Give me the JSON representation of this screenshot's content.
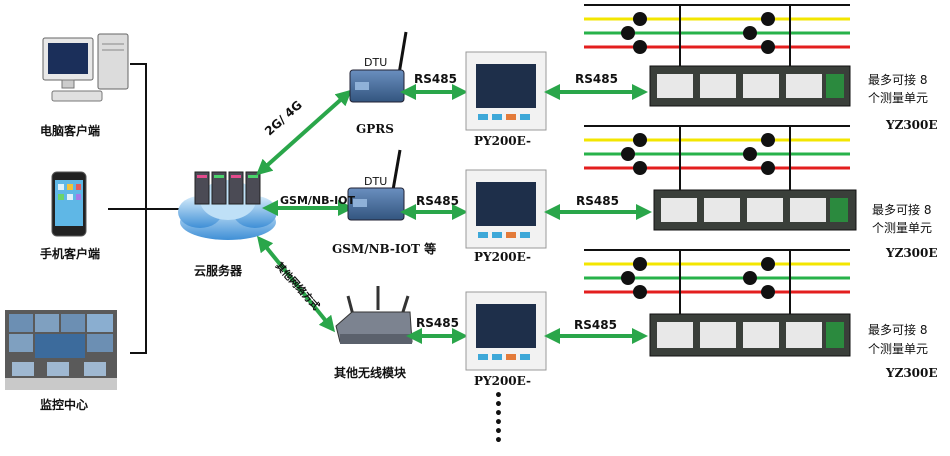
{
  "clients": {
    "pc": "电脑客户端",
    "mobile": "手机客户端",
    "monitor": "监控中心"
  },
  "cloud": {
    "label": "云服务器"
  },
  "links": {
    "g4": "2G/ 4G",
    "nbiot": "GSM/NB-IOT",
    "other": "其他网络方式"
  },
  "modules": {
    "gprs": "GPRS",
    "gsm": "GSM/NB-IOT 等",
    "other": "其他无线模块",
    "dtu": "DTU"
  },
  "rs485": "RS485",
  "meter": "PY200E-",
  "unit": {
    "line1": "最多可接 8",
    "line2": "个测量单元",
    "model": "YZ300E"
  },
  "colors": {
    "arrow": "#2aa64a",
    "phase_yellow": "#f3e600",
    "phase_green": "#27b24a",
    "phase_red": "#e31e1e",
    "line_black": "#111111"
  }
}
